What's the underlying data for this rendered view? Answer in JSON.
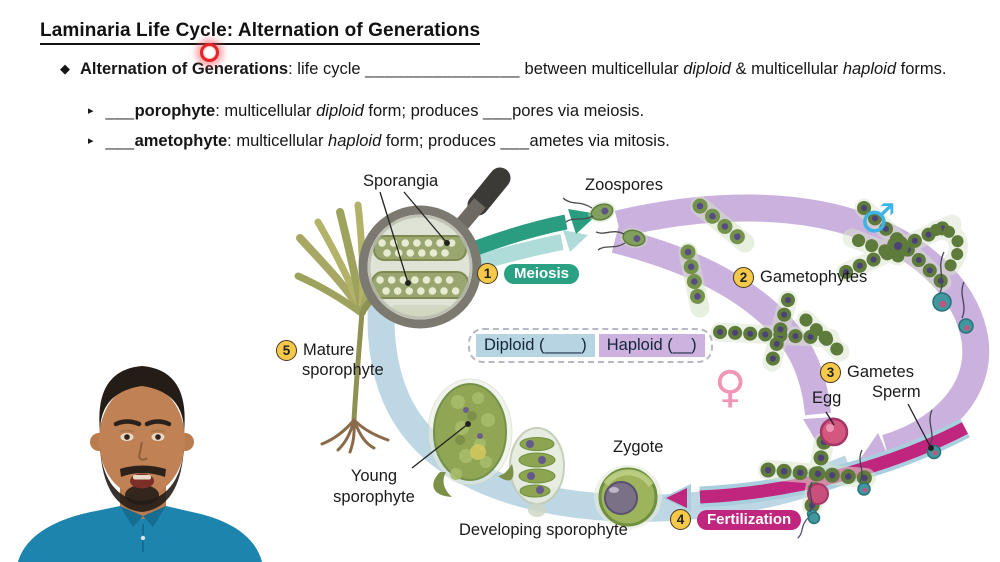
{
  "slide": {
    "title": "Laminaria Life Cycle: Alternation of Generations",
    "bullet": {
      "marker": "◆",
      "lead": "Alternation of Generations",
      "mid1": ": life cycle ",
      "blank1": "________________",
      "mid2": " between multicellular ",
      "italic1": "diploid",
      "mid3": " & multicellular ",
      "italic2": "haploid",
      "end": " forms."
    },
    "sub1": {
      "marker": "▸",
      "blank1": "___",
      "bold": "porophyte",
      "mid1": ": multicellular ",
      "italic": "diploid",
      "mid2": " form; produces ",
      "blank2": "___",
      "end": "pores via meiosis."
    },
    "sub2": {
      "marker": "▸",
      "blank1": "___",
      "bold": "ametophyte",
      "mid1": ": multicellular ",
      "italic": "haploid",
      "mid2": " form; produces ",
      "blank2": "___",
      "end": "ametes via mitosis."
    }
  },
  "diagram": {
    "labels": {
      "sporangia": "Sporangia",
      "zoospores": "Zoospores",
      "zygote": "Zygote",
      "egg": "Egg",
      "sperm": "Sperm",
      "young_line1": "Young",
      "young_line2": "sporophyte",
      "developing": "Developing sporophyte",
      "male_symbol": "♂",
      "female_symbol": "♀"
    },
    "steps": {
      "meiosis": {
        "num": "1",
        "label": "Meiosis"
      },
      "gametophytes": {
        "num": "2",
        "label": "Gametophytes"
      },
      "gametes": {
        "num": "3",
        "label": "Gametes"
      },
      "fertilization": {
        "num": "4",
        "label": "Fertilization"
      },
      "mature": {
        "num": "5",
        "line1": "Mature",
        "line2": "sporophyte"
      }
    },
    "legend": {
      "diploid": "Diploid (____)",
      "haploid": "Haploid (__)"
    },
    "colors": {
      "meiosis_badge": "#2aa183",
      "fertilization_badge": "#c1267f",
      "step_circle": "#f7c94b",
      "purple_arrow": "#cbb2de",
      "blue_arrow": "#bdd8e4",
      "magenta_arrow": "#c1267f",
      "green_arrow": "#2a9d80",
      "diploid_bg": "#b7d4e2",
      "haploid_bg": "#cdb2df",
      "male_blue": "#3cb4e6",
      "female_pink": "#f295b6",
      "laser_red": "#e3242b"
    }
  }
}
